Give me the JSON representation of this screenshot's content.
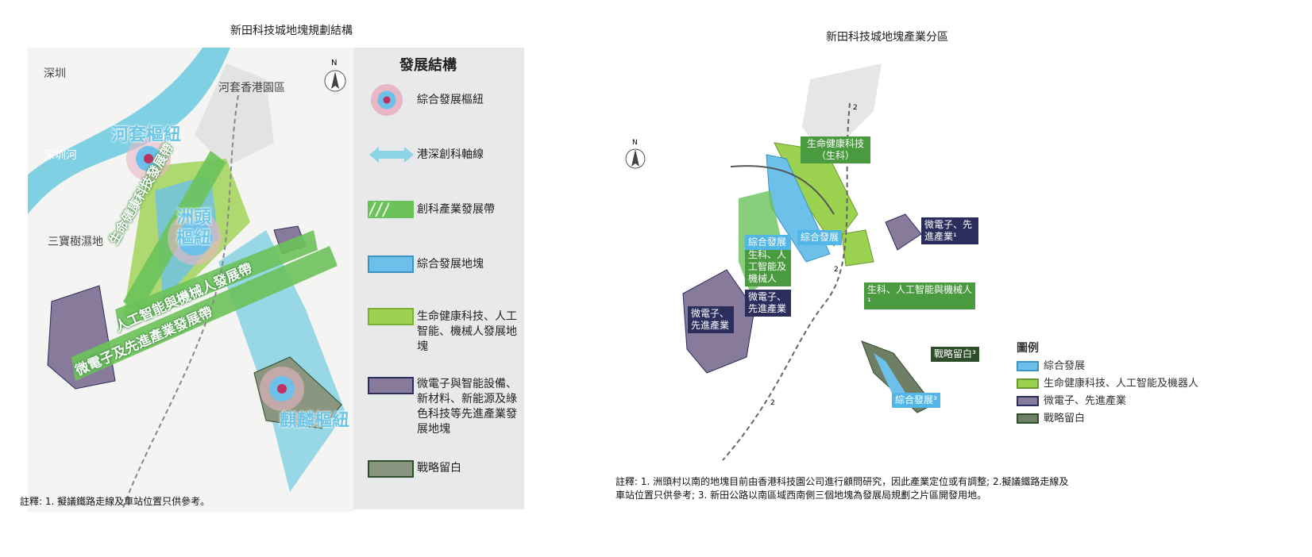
{
  "left_map": {
    "title": "新田科技城地塊規劃結構",
    "places": [
      "深圳",
      "河套香港園區",
      "深圳河",
      "三寶樹濕地"
    ],
    "hubs": [
      "河套樞紐",
      "洲頭樞紐",
      "麒麟樞紐"
    ],
    "belts": [
      "生命健康科技發展帶",
      "人工智能與機械人發展帶",
      "微電子及先進產業發展帶"
    ],
    "compass": "N",
    "note": "註釋: 1. 擬議鐵路走線及車站位置只供參考。",
    "legend": {
      "heading": "發展結構",
      "items": [
        {
          "label": "綜合發展樞紐",
          "icon": "hub-icon"
        },
        {
          "label": "港深創科軸線",
          "icon": "double-arrow-icon"
        },
        {
          "label": "創科產業發展帶",
          "color": "#6cc25a"
        },
        {
          "label": "綜合發展地塊",
          "color": "#6cc0ea"
        },
        {
          "label": "生命健康科技、人工智能、機械人發展地塊",
          "color": "#9bd24f"
        },
        {
          "label": "微電子與智能設備、新材料、新能源及綠色科技等先進產業發展地塊",
          "color": "#877a9b"
        },
        {
          "label": "戰略留白",
          "color": "#8a9680"
        }
      ]
    }
  },
  "right_map": {
    "title": "新田科技城地塊產業分區",
    "compass": "N",
    "tags": [
      {
        "text": "生命健康科技（生科）",
        "kind": "g"
      },
      {
        "text": "綜合發展",
        "kind": "b"
      },
      {
        "text": "生科、人工智能及機械人",
        "kind": "g"
      },
      {
        "text": "微電子、先進產業",
        "kind": "p"
      },
      {
        "text": "微電子、先進產業¹",
        "kind": "p"
      },
      {
        "text": "綜合發展",
        "kind": "b"
      },
      {
        "text": "生科、人工智能與機械人¹",
        "kind": "g"
      },
      {
        "text": "微電子、先進產業",
        "kind": "p"
      },
      {
        "text": "戰略留白³",
        "kind": "d"
      },
      {
        "text": "綜合發展³",
        "kind": "b"
      }
    ],
    "station_nums": [
      "2",
      "2",
      "2"
    ],
    "legend": {
      "heading": "圖例",
      "items": [
        {
          "label": "綜合發展",
          "color": "#6cc0ea"
        },
        {
          "label": "生命健康科技、人工智能及機器人",
          "color": "#9bd24f"
        },
        {
          "label": "微電子、先進產業",
          "color": "#877a9b"
        },
        {
          "label": "戰略留白",
          "color": "#6f7f66"
        }
      ]
    },
    "note_line1": "註釋: 1. 洲頭村以南的地塊目前由香港科技園公司進行顧問研究，因此產業定位或有調整; 2.擬議鐵路走線及",
    "note_line2": "車站位置只供參考; 3. 新田公路以南區域西南側三個地塊為發展局規劃之片區開發用地。"
  }
}
